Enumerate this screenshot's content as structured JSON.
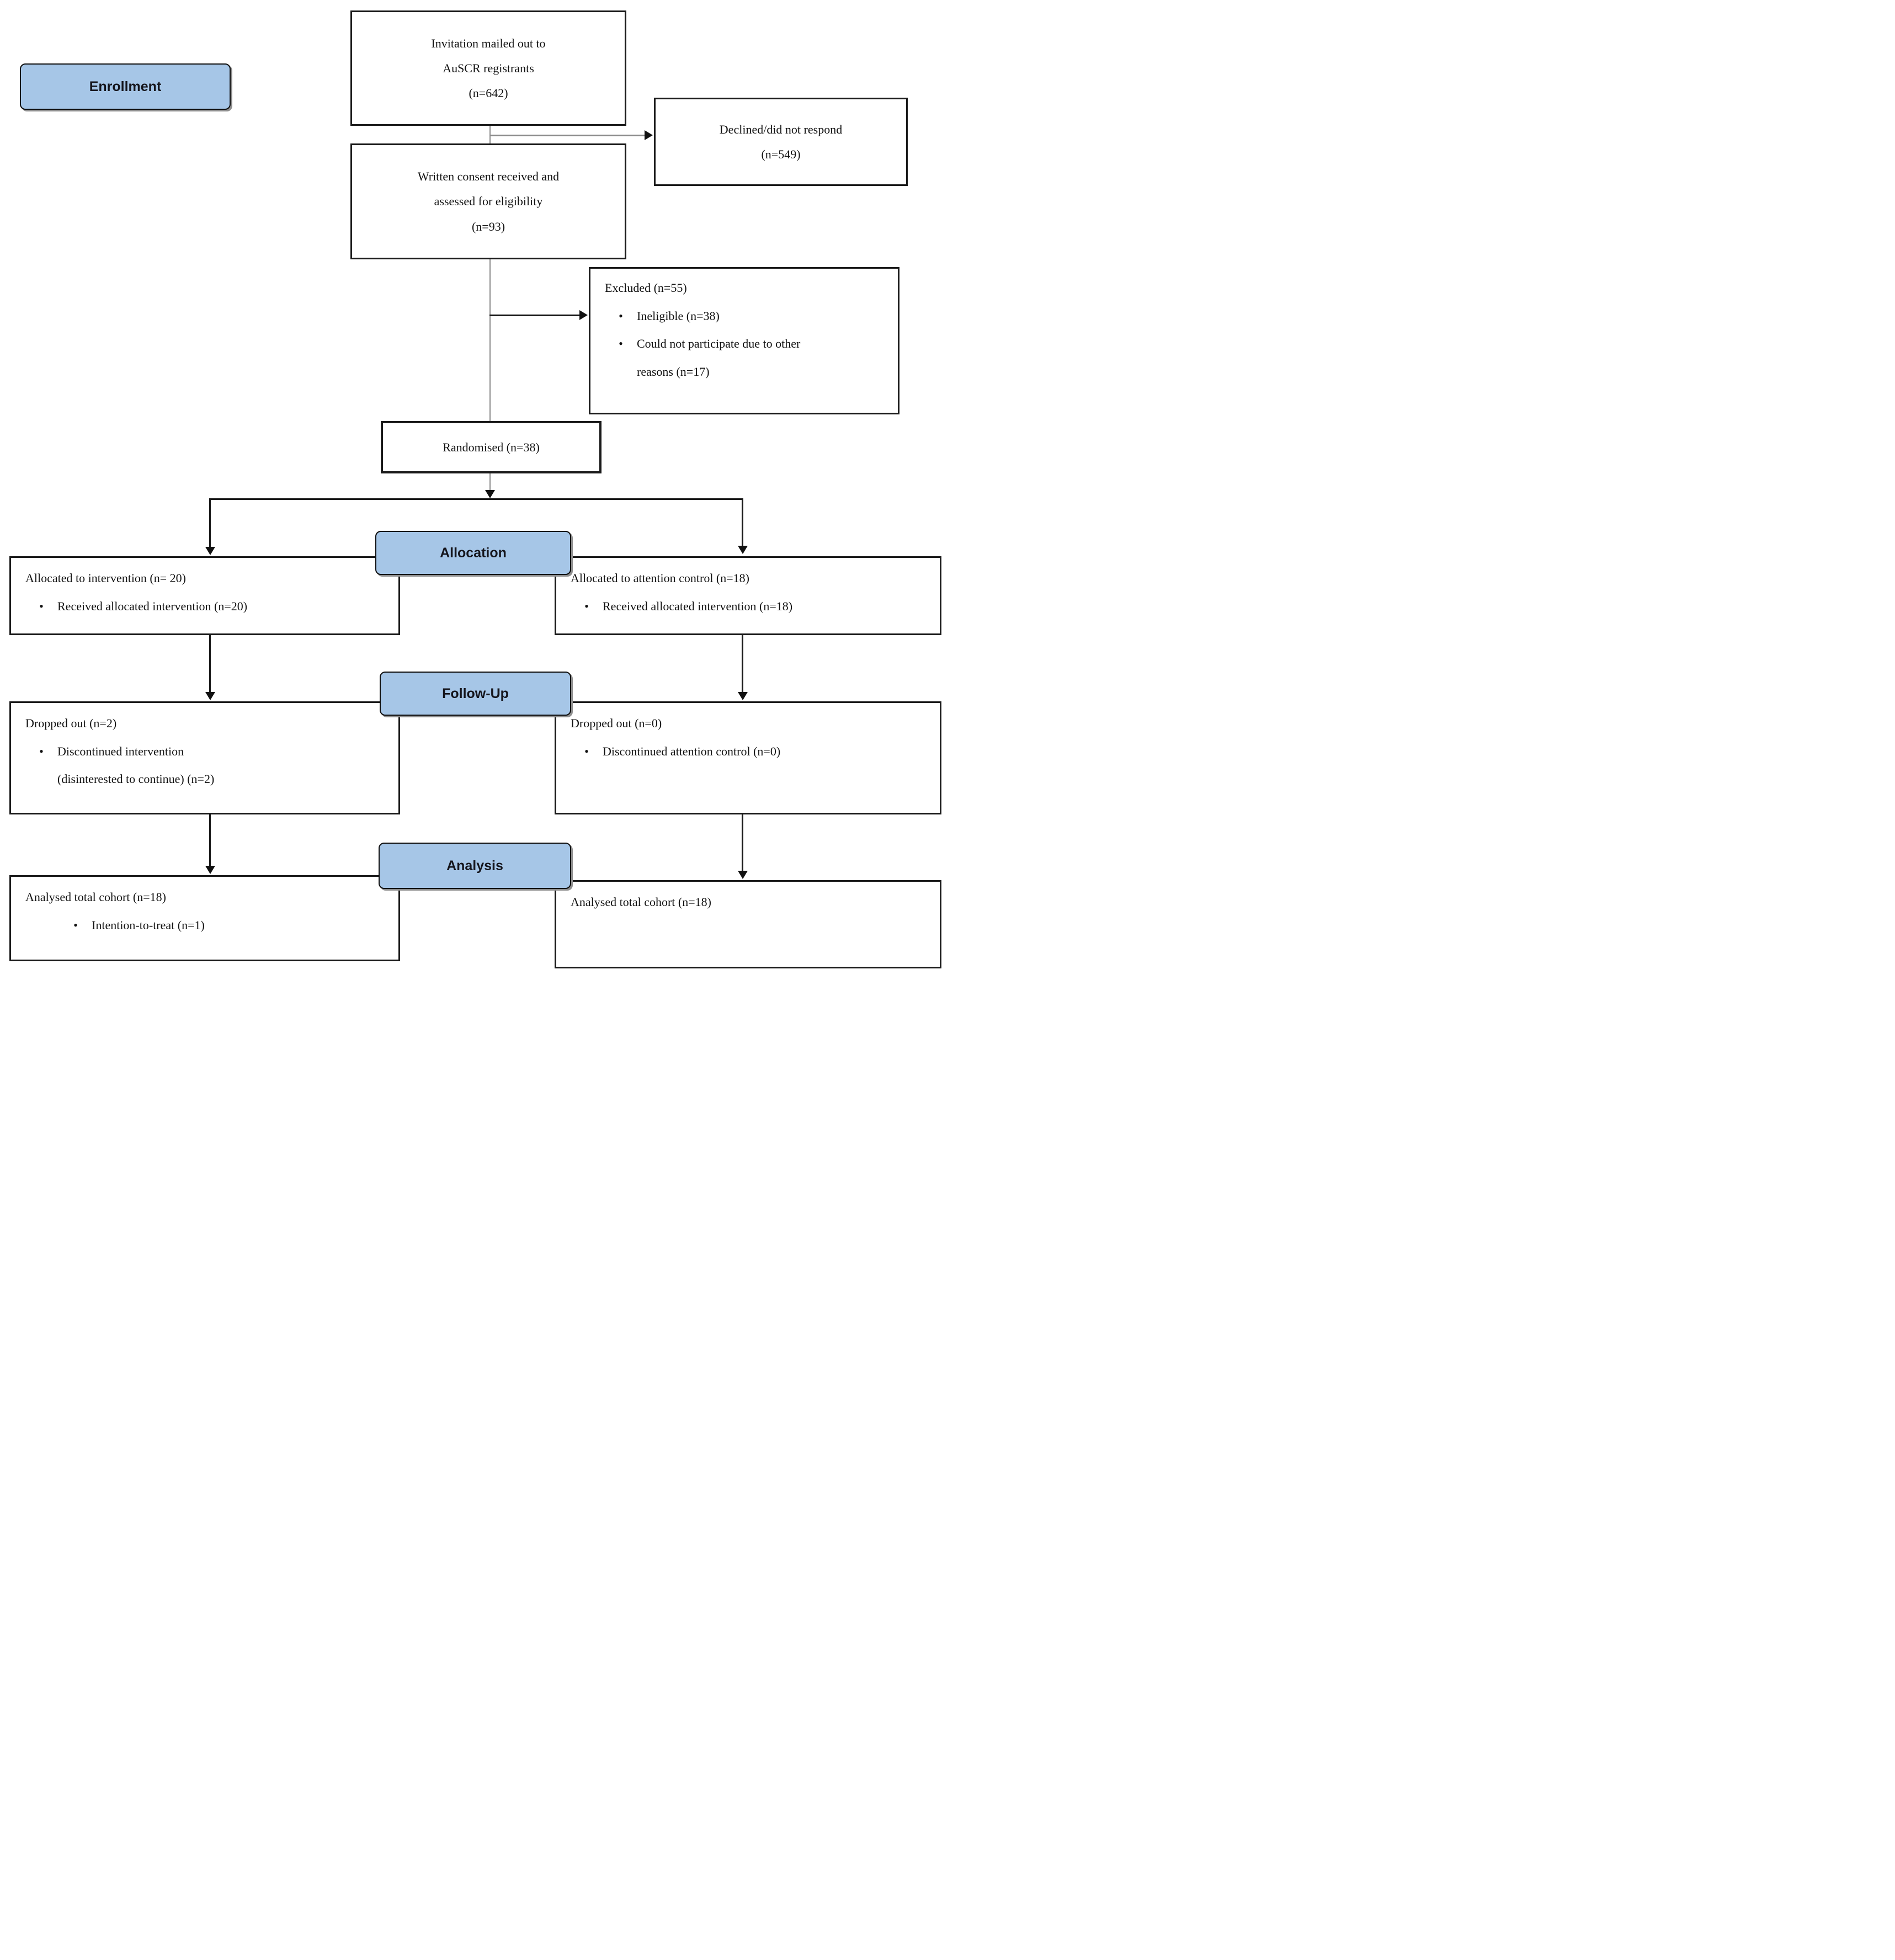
{
  "labels": {
    "enrollment": "Enrollment",
    "allocation": "Allocation",
    "followup": "Follow-Up",
    "analysis": "Analysis"
  },
  "bullet_char": "•",
  "nodes": {
    "invitation": {
      "line1": "Invitation mailed out to",
      "line2": "AuSCR registrants",
      "line3": "(n=642)"
    },
    "declined": {
      "line1": "Declined/did not respond",
      "line2": "(n=549)"
    },
    "consent": {
      "line1": "Written consent received and",
      "line2": "assessed for eligibility",
      "line3": "(n=93)"
    },
    "excluded": {
      "heading": "Excluded (n=55)",
      "bullet1": "Ineligible (n=38)",
      "bullet2": "Could not participate due to other reasons (n=17)"
    },
    "randomised": {
      "text": "Randomised (n=38)"
    },
    "alloc_left": {
      "heading": "Allocated to intervention (n= 20)",
      "bullet1": "Received allocated intervention (n=20)"
    },
    "alloc_right": {
      "heading": "Allocated to attention control (n=18)",
      "bullet1": "Received allocated intervention (n=18)"
    },
    "follow_left": {
      "heading": "Dropped out (n=2)",
      "bullet1": "Discontinued intervention (disinterested to continue) (n=2)"
    },
    "follow_right": {
      "heading": "Dropped out (n=0)",
      "bullet1": "Discontinued attention control (n=0)"
    },
    "analysis_left": {
      "heading": "Analysed total cohort (n=18)",
      "bullet1": "Intention-to-treat (n=1)"
    },
    "analysis_right": {
      "heading": "Analysed total cohort (n=18)"
    }
  },
  "colors": {
    "label_fill": "#a6c6e7",
    "label_border": "#0f0f0f",
    "label_shadow": "#8f8f8f",
    "box_border": "#1a1a1a",
    "connector_gray": "#8a8a8a",
    "connector_black": "#1a1a1a",
    "text": "#111111"
  }
}
